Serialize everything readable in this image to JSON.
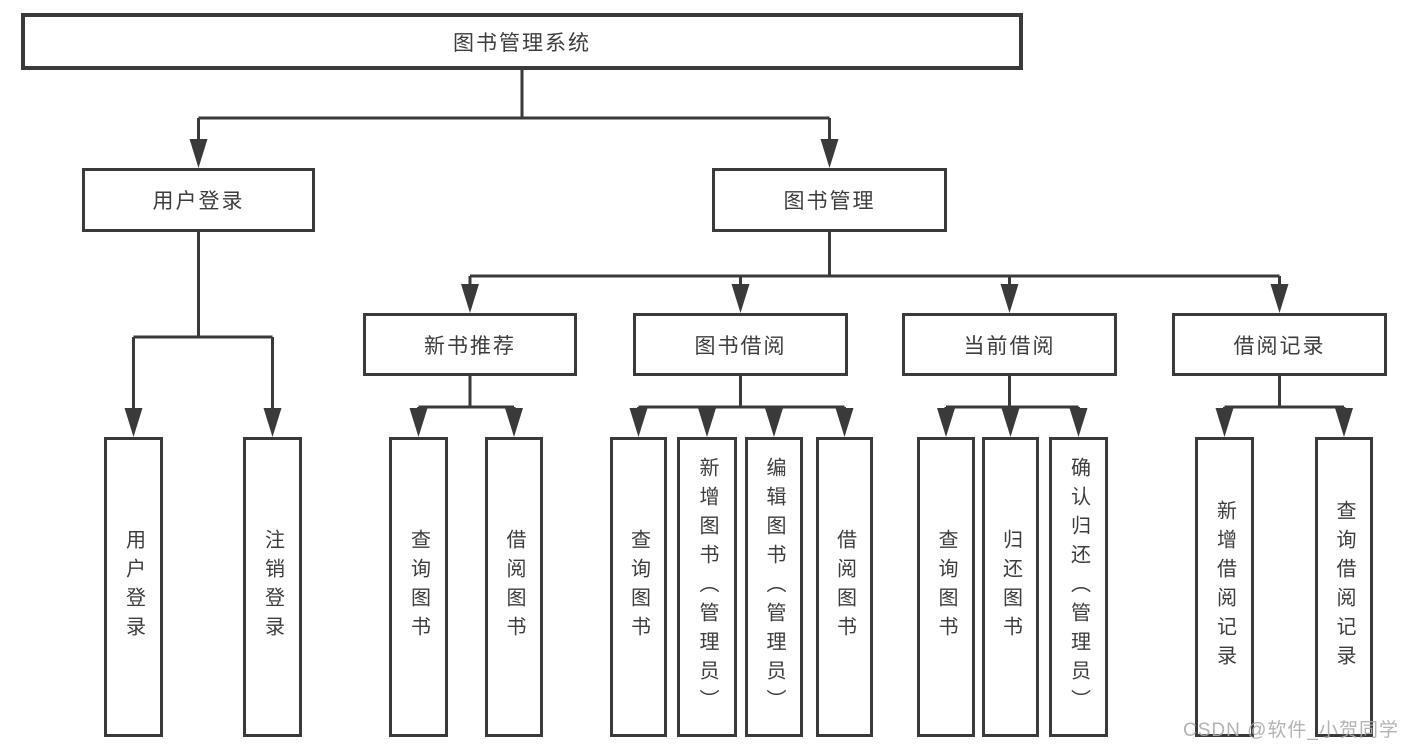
{
  "tree": {
    "root": {
      "label": "图书管理系统"
    },
    "branches": [
      {
        "label": "用户登录",
        "children": [
          {
            "label": "用户登录"
          },
          {
            "label": "注销登录"
          }
        ]
      },
      {
        "label": "图书管理",
        "children": [
          {
            "label": "新书推荐",
            "children": [
              {
                "label": "查询图书"
              },
              {
                "label": "借阅图书"
              }
            ]
          },
          {
            "label": "图书借阅",
            "children": [
              {
                "label": "查询图书"
              },
              {
                "label": "新增图书（管理员）"
              },
              {
                "label": "编辑图书（管理员）"
              },
              {
                "label": "借阅图书"
              }
            ]
          },
          {
            "label": "当前借阅",
            "children": [
              {
                "label": "查询图书"
              },
              {
                "label": "归还图书"
              },
              {
                "label": "确认归还（管理员）"
              }
            ]
          },
          {
            "label": "借阅记录",
            "children": [
              {
                "label": "新增借阅记录"
              },
              {
                "label": "查询借阅记录"
              }
            ]
          }
        ]
      }
    ]
  },
  "watermark": {
    "text": "CSDN @软件_小贺同学"
  },
  "colors": {
    "line": "#3a3a3a",
    "text": "#3d3d3d",
    "background": "#ffffff",
    "watermark": "#acacac"
  }
}
